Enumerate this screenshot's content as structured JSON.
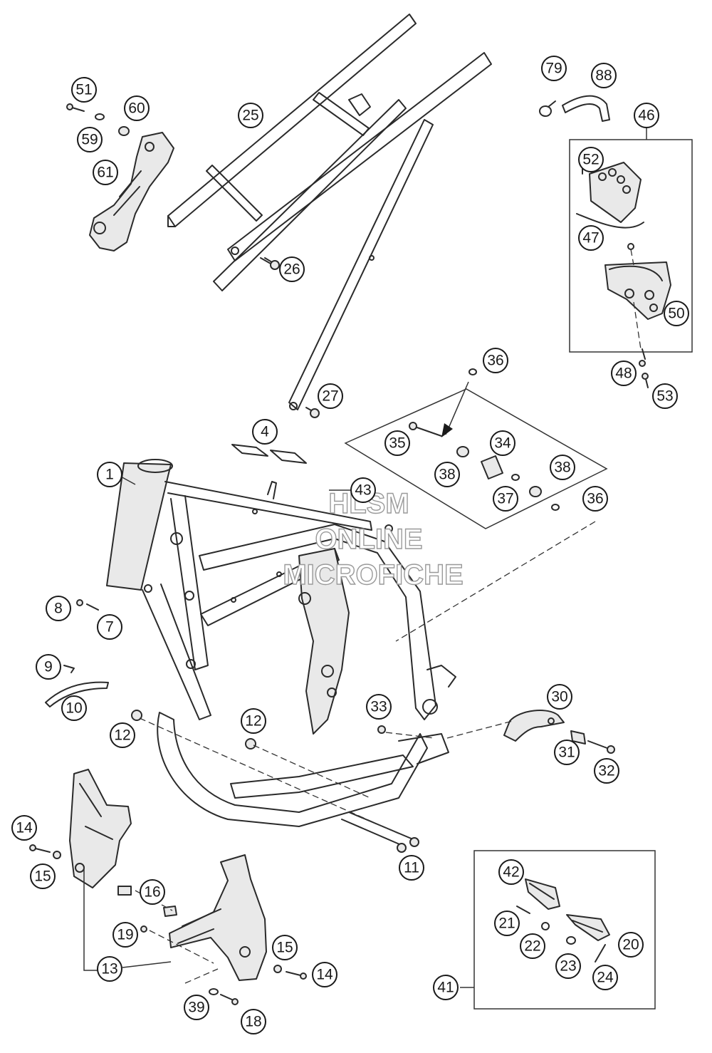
{
  "watermark": {
    "line1": "HLSM",
    "line2": "ONLINE",
    "line3": "MICROFICHE"
  },
  "callouts": [
    {
      "id": "c1",
      "label": "1"
    },
    {
      "id": "c4",
      "label": "4"
    },
    {
      "id": "c7",
      "label": "7"
    },
    {
      "id": "c8",
      "label": "8"
    },
    {
      "id": "c9",
      "label": "9"
    },
    {
      "id": "c10",
      "label": "10"
    },
    {
      "id": "c11",
      "label": "11"
    },
    {
      "id": "c12a",
      "label": "12"
    },
    {
      "id": "c12b",
      "label": "12"
    },
    {
      "id": "c13",
      "label": "13"
    },
    {
      "id": "c14a",
      "label": "14"
    },
    {
      "id": "c14b",
      "label": "14"
    },
    {
      "id": "c15a",
      "label": "15"
    },
    {
      "id": "c15b",
      "label": "15"
    },
    {
      "id": "c16",
      "label": "16"
    },
    {
      "id": "c18",
      "label": "18"
    },
    {
      "id": "c19",
      "label": "19"
    },
    {
      "id": "c20",
      "label": "20"
    },
    {
      "id": "c21",
      "label": "21"
    },
    {
      "id": "c22",
      "label": "22"
    },
    {
      "id": "c23",
      "label": "23"
    },
    {
      "id": "c24",
      "label": "24"
    },
    {
      "id": "c25",
      "label": "25"
    },
    {
      "id": "c26",
      "label": "26"
    },
    {
      "id": "c27",
      "label": "27"
    },
    {
      "id": "c30",
      "label": "30"
    },
    {
      "id": "c31",
      "label": "31"
    },
    {
      "id": "c32",
      "label": "32"
    },
    {
      "id": "c33",
      "label": "33"
    },
    {
      "id": "c34",
      "label": "34"
    },
    {
      "id": "c35",
      "label": "35"
    },
    {
      "id": "c36a",
      "label": "36"
    },
    {
      "id": "c36b",
      "label": "36"
    },
    {
      "id": "c37",
      "label": "37"
    },
    {
      "id": "c38a",
      "label": "38"
    },
    {
      "id": "c38b",
      "label": "38"
    },
    {
      "id": "c39",
      "label": "39"
    },
    {
      "id": "c41",
      "label": "41"
    },
    {
      "id": "c42",
      "label": "42"
    },
    {
      "id": "c43",
      "label": "43"
    },
    {
      "id": "c46",
      "label": "46"
    },
    {
      "id": "c47",
      "label": "47"
    },
    {
      "id": "c48",
      "label": "48"
    },
    {
      "id": "c50",
      "label": "50"
    },
    {
      "id": "c51",
      "label": "51"
    },
    {
      "id": "c52",
      "label": "52"
    },
    {
      "id": "c53",
      "label": "53"
    },
    {
      "id": "c59",
      "label": "59"
    },
    {
      "id": "c60",
      "label": "60"
    },
    {
      "id": "c61",
      "label": "61"
    },
    {
      "id": "c79",
      "label": "79"
    },
    {
      "id": "c88",
      "label": "88"
    }
  ]
}
